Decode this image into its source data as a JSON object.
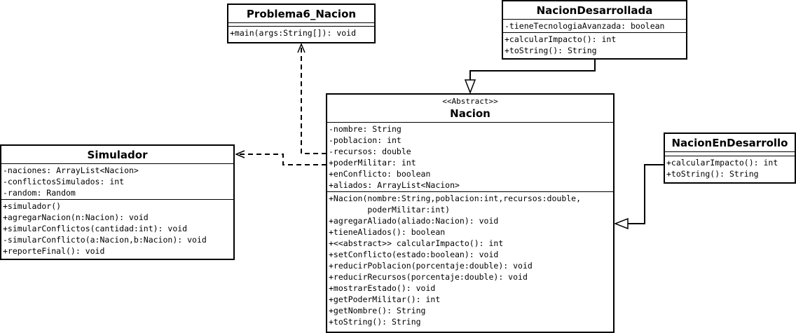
{
  "diagram": {
    "classes": {
      "problema6": {
        "name": "Problema6_Nacion",
        "attributes": [],
        "operations": [
          "+main(args:String[]): void"
        ]
      },
      "desarrollada": {
        "name": "NacionDesarrollada",
        "attributes": [
          "-tieneTecnologiaAvanzada: boolean"
        ],
        "operations": [
          "+calcularImpacto(): int",
          "+toString(): String"
        ]
      },
      "nacion": {
        "stereotype": "<<Abstract>>",
        "name": "Nacion",
        "attributes": [
          "-nombre: String",
          "-poblacion: int",
          "-recursos: double",
          "+poderMilitar: int",
          "+enConflicto: boolean",
          "+aliados: ArrayList<Nacion>"
        ],
        "operations": [
          "+Nacion(nombre:String,poblacion:int,recursos:double,",
          "        poderMilitar:int)",
          "+agregarAliado(aliado:Nacion): void",
          "+tieneAliados(): boolean",
          "+<<abstract>> calcularImpacto(): int",
          "+setConflicto(estado:boolean): void",
          "+reducirPoblacion(porcentaje:double): void",
          "+reducirRecursos(porcentaje:double): void",
          "+mostrarEstado(): void",
          "+getPoderMilitar(): int",
          "+getNombre(): String",
          "+toString(): String"
        ]
      },
      "simulador": {
        "name": "Simulador",
        "attributes": [
          "-naciones: ArrayList<Nacion>",
          "-conflictosSimulados: int",
          "-random: Random"
        ],
        "operations": [
          "+simulador()",
          "+agregarNacion(n:Nacion): void",
          "+simularConflictos(cantidad:int): void",
          "-simularConflicto(a:Nacion,b:Nacion): void",
          "+reporteFinal(): void"
        ]
      },
      "endesarrollo": {
        "name": "NacionEnDesarrollo",
        "attributes": [],
        "operations": [
          "+calcularImpacto(): int",
          "+toString(): String"
        ]
      }
    },
    "colors": {
      "line": "#000000",
      "background": "#ffffff"
    }
  }
}
